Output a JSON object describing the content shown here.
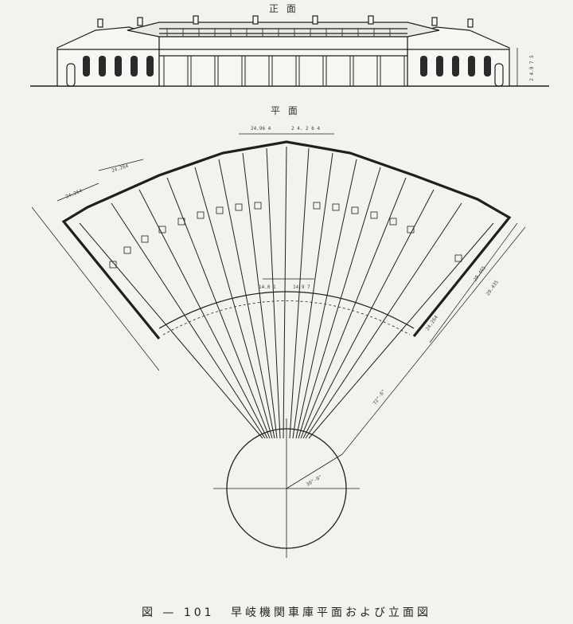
{
  "drawing": {
    "elevation_title": "正 面",
    "plan_title": "平 面",
    "caption": {
      "figure_label": "図 — 101",
      "title": "早岐機関車庫平面および立面図"
    },
    "dimensions": {
      "top_left": "24.96 4",
      "top_right": "2 4. 2 6 4",
      "left_upper": "24.264",
      "left_outer": "24.264",
      "right_a": "24.264",
      "right_b": "29.465",
      "right_c": "29.435",
      "inner_a": "14.0 1",
      "inner_b": "14.9 7",
      "radius_outer": "72\"-6\"",
      "radius_table": "30\"-0\"",
      "height_right": "2 4.9 7 5"
    },
    "colors": {
      "paper": "#f3f2ee",
      "ink": "#1f1f1f"
    }
  }
}
